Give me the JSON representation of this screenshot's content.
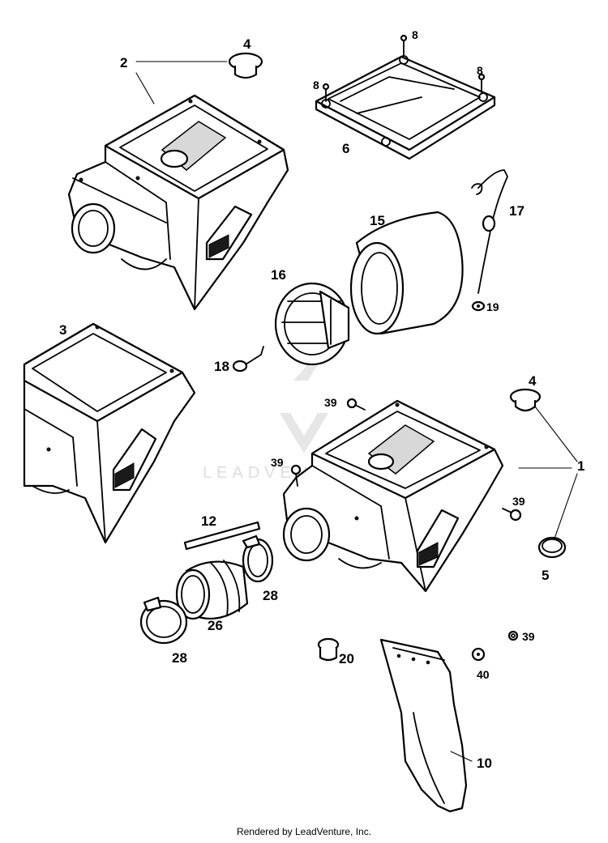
{
  "diagram": {
    "labels": {
      "p1": "1",
      "p2": "2",
      "p3": "3",
      "p4a": "4",
      "p4b": "4",
      "p5": "5",
      "p6": "6",
      "p8a": "8",
      "p8b": "8",
      "p8c": "8",
      "p10": "10",
      "p12": "12",
      "p15": "15",
      "p16": "16",
      "p17": "17",
      "p18": "18",
      "p19": "19",
      "p20": "20",
      "p26": "26",
      "p28a": "28",
      "p28b": "28",
      "p39a": "39",
      "p39b": "39",
      "p39c": "39",
      "p39d": "39",
      "p40": "40"
    },
    "watermark": "LEADVENTURE"
  },
  "footer": {
    "text": "Rendered by LeadVenture, Inc."
  }
}
